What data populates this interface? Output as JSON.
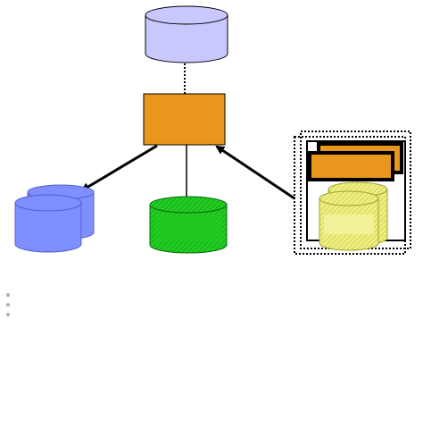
{
  "diagram": {
    "colors": {
      "top_db": "#c8c8ff",
      "blue_db": "#7f8fff",
      "green_db": "#22cc22",
      "yellow_db": "#efef80",
      "orange_box": "#e8961c",
      "stroke": "#000000"
    },
    "nodes": [
      {
        "id": "top-database",
        "kind": "database",
        "label": ""
      },
      {
        "id": "central-component",
        "kind": "box",
        "label": ""
      },
      {
        "id": "left-database-stack",
        "kind": "database-stack",
        "label": ""
      },
      {
        "id": "middle-database",
        "kind": "database",
        "label": ""
      },
      {
        "id": "right-group",
        "kind": "group",
        "label": ""
      }
    ],
    "edges": [
      {
        "from": "top-database",
        "to": "central-component",
        "style": "dotted"
      },
      {
        "from": "central-component",
        "to": "left-database-stack",
        "style": "arrow"
      },
      {
        "from": "central-component",
        "to": "middle-database",
        "style": "line"
      },
      {
        "from": "right-group",
        "to": "central-component",
        "style": "arrow"
      }
    ]
  },
  "bullets": [
    "",
    "",
    ""
  ]
}
